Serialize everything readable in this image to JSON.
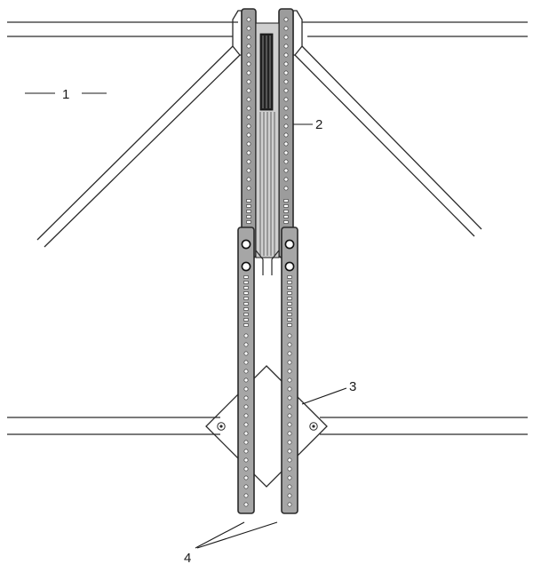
{
  "diagram": {
    "callouts": [
      {
        "id": "1",
        "text": "1"
      },
      {
        "id": "2",
        "text": "2"
      },
      {
        "id": "3",
        "text": "3"
      },
      {
        "id": "4",
        "text": "4"
      }
    ],
    "colors": {
      "line": "#2a2a2a",
      "post_fill": "#9c9c9c",
      "background": "#ffffff"
    }
  }
}
